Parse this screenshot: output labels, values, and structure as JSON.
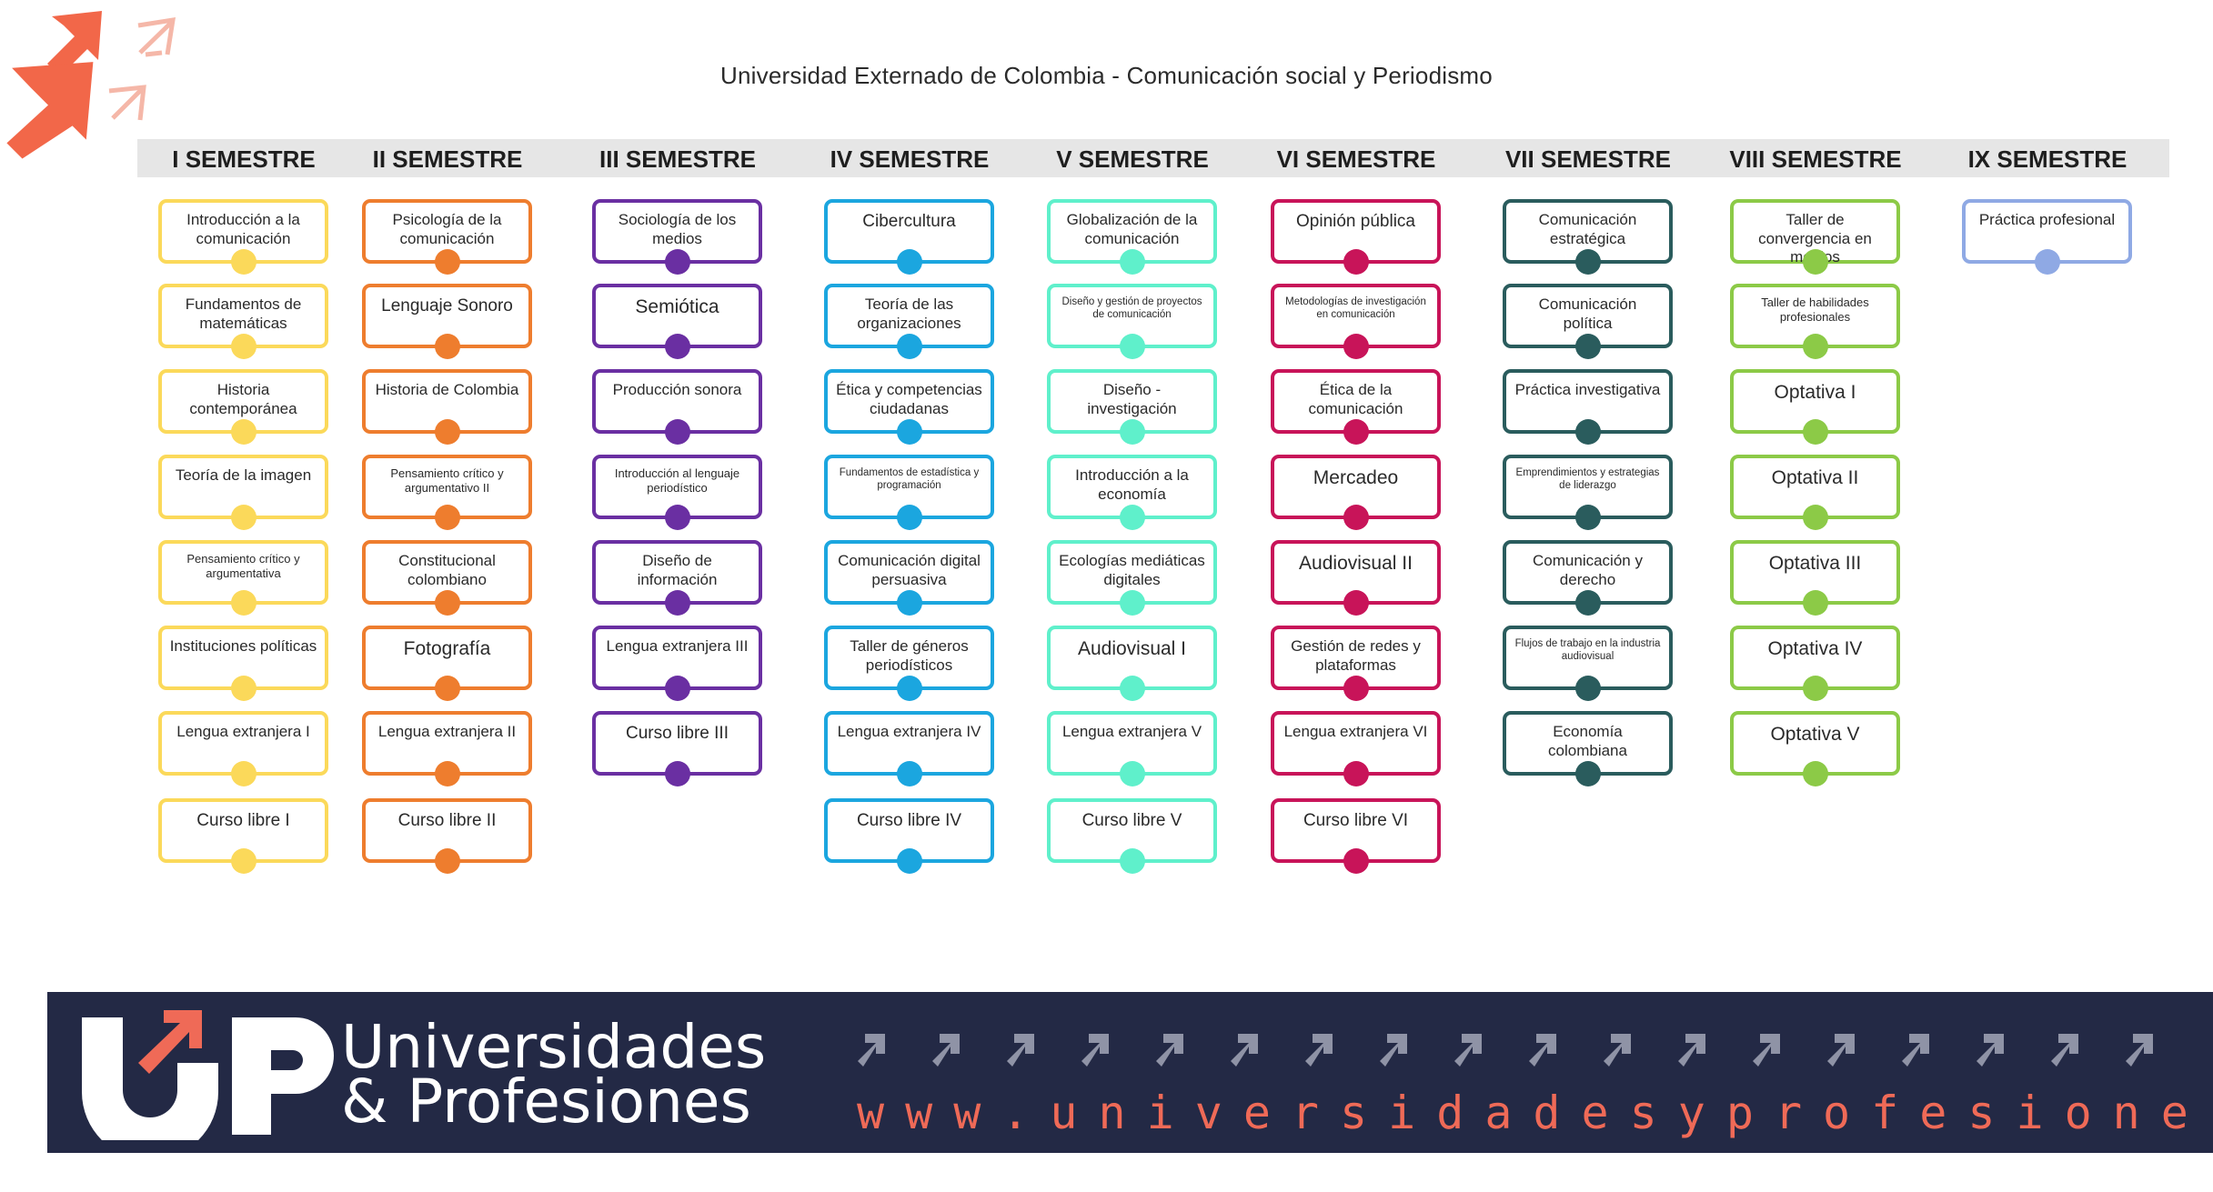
{
  "title": "Universidad Externado de Colombia - Comunicación social y Periodismo",
  "semesters": [
    {
      "label": "I SEMESTRE",
      "color": "#fbd95a",
      "courses": [
        "Introducción a la comunicación",
        "Fundamentos de matemáticas",
        "Historia contemporánea",
        "Teoría de la imagen",
        "Pensamiento crítico y argumentativa",
        "Instituciones políticas",
        "Lengua extranjera I",
        "Curso libre I"
      ]
    },
    {
      "label": "II SEMESTRE",
      "color": "#ee7d2e",
      "courses": [
        "Psicología de la comunicación",
        "Lenguaje Sonoro",
        "Historia de Colombia",
        "Pensamiento crítico y argumentativo II",
        "Constitucional colombiano",
        "Fotografía",
        "Lengua extranjera II",
        "Curso libre II"
      ]
    },
    {
      "label": "III SEMESTRE",
      "color": "#6a2fa2",
      "courses": [
        "Sociología de los medios",
        "Semiótica",
        "Producción sonora",
        "Introducción al lenguaje periodístico",
        "Diseño de información",
        "Lengua extranjera III",
        "Curso libre III"
      ]
    },
    {
      "label": "IV SEMESTRE",
      "color": "#1ba6df",
      "courses": [
        "Cibercultura",
        "Teoría de las organizaciones",
        "Ética y competencias ciudadanas",
        "Fundamentos de estadística y programación",
        "Comunicación digital persuasiva",
        "Taller de géneros periodísticos",
        "Lengua extranjera IV",
        "Curso libre IV"
      ]
    },
    {
      "label": "V SEMESTRE",
      "color": "#5ff0cb",
      "courses": [
        "Globalización de la comunicación",
        "Diseño y gestión de proyectos de comunicación",
        "Diseño - investigación",
        "Introducción a la economía",
        "Ecologías mediáticas digitales",
        "Audiovisual I",
        "Lengua extranjera V",
        "Curso libre V"
      ]
    },
    {
      "label": "VI SEMESTRE",
      "color": "#c81459",
      "courses": [
        "Opinión pública",
        "Metodologías de investigación en comunicación",
        "Ética de la comunicación",
        "Mercadeo",
        "Audiovisual II",
        "Gestión de redes y plataformas",
        "Lengua extranjera VI",
        "Curso libre VI"
      ]
    },
    {
      "label": "VII SEMESTRE",
      "color": "#2a5c5d",
      "courses": [
        "Comunicación estratégica",
        "Comunicación política",
        "Práctica investigativa",
        "Emprendimientos y estrategias de liderazgo",
        "Comunicación y derecho",
        "Flujos de trabajo en la industria audiovisual",
        "Economía colombiana"
      ]
    },
    {
      "label": "VIII SEMESTRE",
      "color": "#8cca47",
      "courses": [
        "Taller de convergencia en medios",
        "Taller de habilidades profesionales",
        "Optativa I",
        "Optativa II",
        "Optativa III",
        "Optativa IV",
        "Optativa V"
      ]
    },
    {
      "label": "IX SEMESTRE",
      "color": "#8fa9e4",
      "courses": [
        "Práctica profesional"
      ]
    }
  ],
  "footer": {
    "brand_line1": "Universidades",
    "brand_line2": "& Profesiones",
    "url": "www.universidadesyprofesiones.com",
    "background": "#232945",
    "accent": "#ef6a57"
  },
  "icons": {
    "logo": "orange-arrows-icon",
    "footer_logo": "up-logo-icon"
  }
}
